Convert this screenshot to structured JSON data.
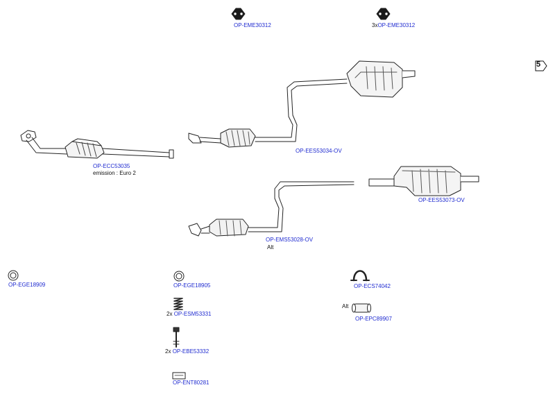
{
  "page_badge": "5",
  "parts": {
    "mount_a": {
      "code": "OP-EME30312",
      "qty": ""
    },
    "mount_b": {
      "code": "OP-EME30312",
      "qty": "3x"
    },
    "front_cat": {
      "code": "OP-ECC53035",
      "note": "emission : Euro 2"
    },
    "center_pipe": {
      "code": "OP-EES53034-OV"
    },
    "rear_silencer": {
      "code": "OP-EES53073-OV"
    },
    "middle_pipe_alt": {
      "code": "OP-EMS53028-OV",
      "note": "Alt"
    },
    "gasket_a": {
      "code": "OP-EGE18909"
    },
    "gasket_b": {
      "code": "OP-EGE18905"
    },
    "clamp": {
      "code": "OP-ECS74042"
    },
    "spring": {
      "code": "OP-ESM53331",
      "qty": "2x"
    },
    "pipe_connector": {
      "code": "OP-EPC89907",
      "note": "Alt"
    },
    "bolt": {
      "code": "OP-EBE53332",
      "qty": "2x"
    },
    "kit": {
      "code": "OP-ENT80281"
    }
  }
}
